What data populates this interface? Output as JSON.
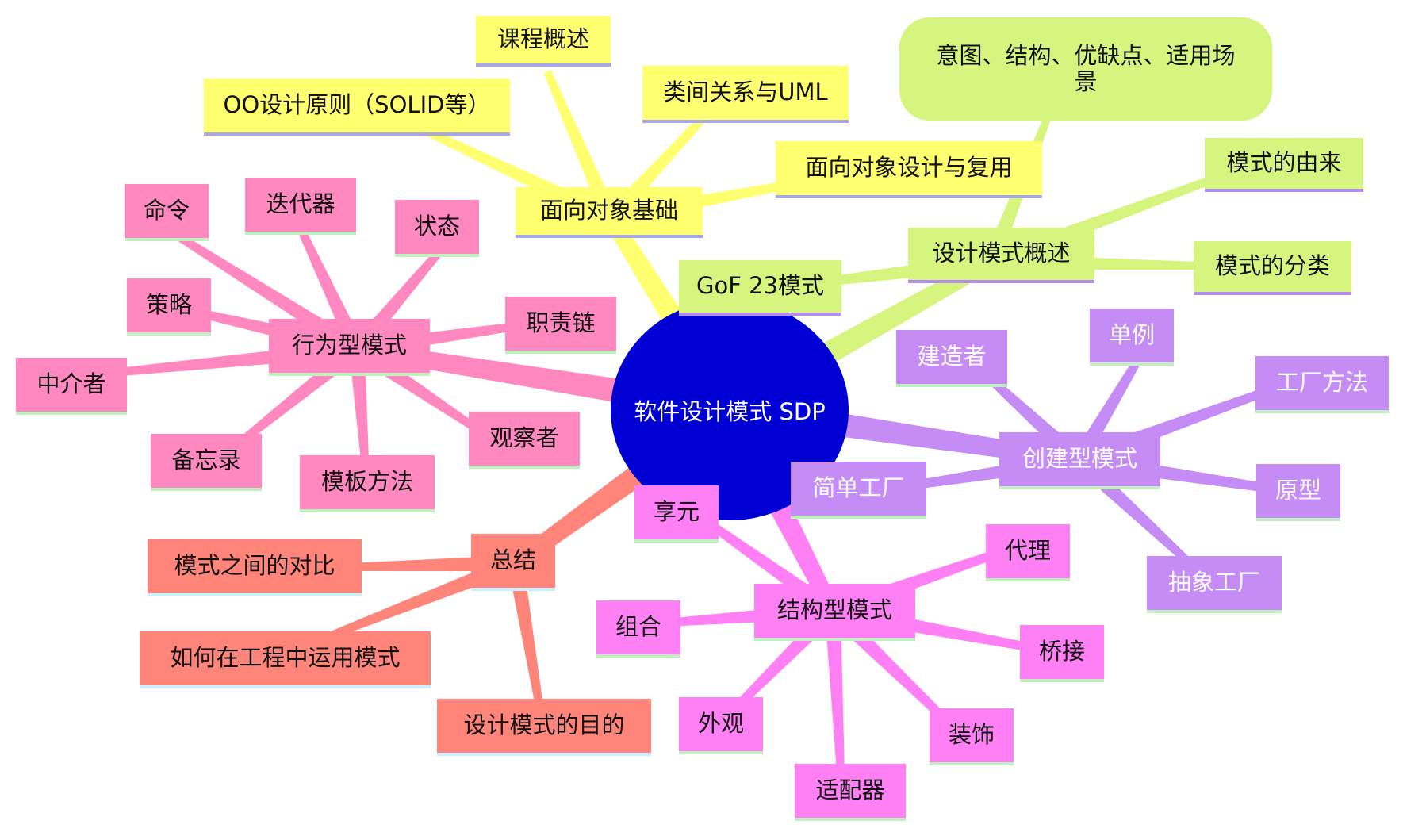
{
  "root": {
    "label": "软件设计模式 SDP"
  },
  "colors": {
    "root": "#0000d4",
    "oo": "#ffff70",
    "overview": "#d6f57e",
    "creational": "#c58cf5",
    "structural": "#ff80f5",
    "behavioral": "#ff88c0",
    "summary": "#ff857a"
  },
  "branches": {
    "oo": {
      "label": "面向对象基础",
      "children": [
        "课程概述",
        "OO设计原则（SOLID等）",
        "类间关系与UML",
        "面向对象设计与复用"
      ]
    },
    "overview": {
      "label": "设计模式概述",
      "children": [
        "意图、结构、优缺点、适用场景",
        "模式的由来",
        "模式的分类",
        "GoF 23模式"
      ]
    },
    "creational": {
      "label": "创建型模式",
      "children": [
        "建造者",
        "单例",
        "工厂方法",
        "原型",
        "抽象工厂",
        "简单工厂"
      ]
    },
    "structural": {
      "label": "结构型模式",
      "children": [
        "享元",
        "代理",
        "组合",
        "桥接",
        "外观",
        "装饰",
        "适配器"
      ]
    },
    "behavioral": {
      "label": "行为型模式",
      "children": [
        "命令",
        "迭代器",
        "状态",
        "策略",
        "职责链",
        "中介者",
        "备忘录",
        "观察者",
        "模板方法"
      ]
    },
    "summary": {
      "label": "总结",
      "children": [
        "模式之间的对比",
        "如何在工程中运用模式",
        "设计模式的目的"
      ]
    }
  }
}
